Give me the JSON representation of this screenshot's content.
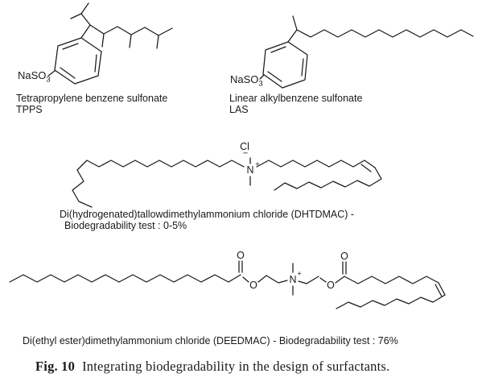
{
  "page": {
    "background": "#ffffff",
    "ink": "#1a1a1a"
  },
  "tpps": {
    "sulfonate": "NaSO",
    "sulfonate_sub": "3",
    "name": "Tetrapropylene benzene sulfonate",
    "abbr": "TPPS"
  },
  "las": {
    "sulfonate": "NaSO",
    "sulfonate_sub": "3",
    "name": "Linear alkylbenzene sulfonate",
    "abbr": "LAS"
  },
  "dhtdmac": {
    "counterion": "Cl",
    "counterion_charge": "−",
    "nitrogen": "N",
    "nitrogen_charge": "+",
    "name_line1": "Di(hydrogenated)tallowdimethylammonium chloride (DHTDMAC) -",
    "name_line2": "Biodegradability test : 0-5%"
  },
  "deedmac": {
    "nitrogen": "N",
    "nitrogen_charge": "+",
    "oxygen": "O",
    "name": "Di(ethyl ester)dimethylammonium chloride (DEEDMAC) - Biodegradability test : 76%"
  },
  "figure": {
    "label": "Fig. 10",
    "caption": "Integrating biodegradability in the design of surfactants."
  }
}
